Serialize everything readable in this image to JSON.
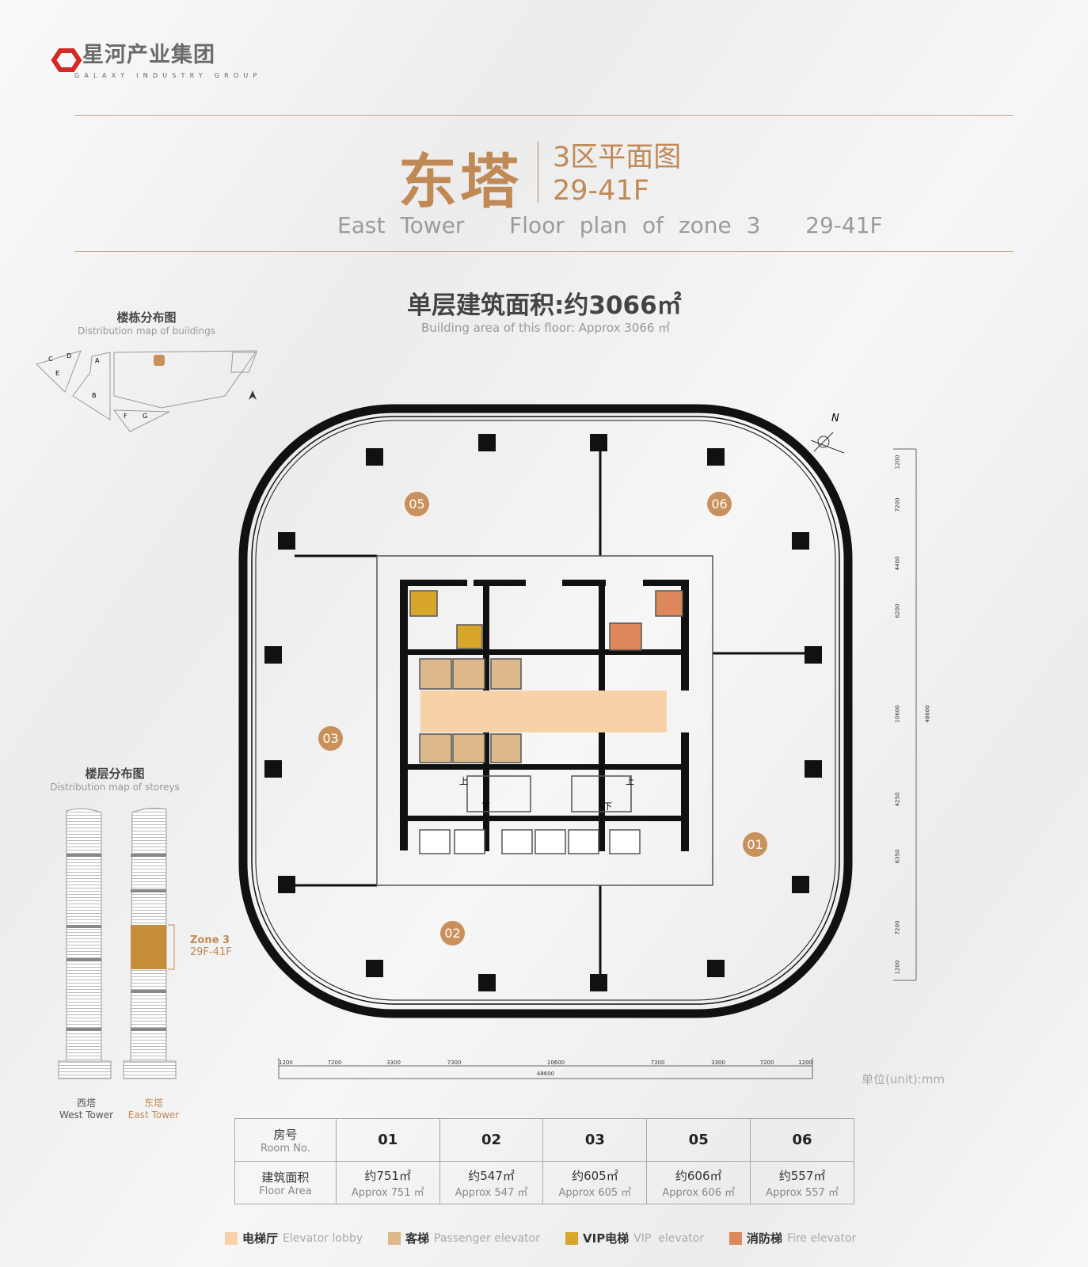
{
  "logo": {
    "cn": "星河产业集团",
    "en": "GALAXY INDUSTRY GROUP"
  },
  "title": {
    "tower_cn": "东塔",
    "zone_cn": "3区平面图",
    "floors": "29-41F",
    "en": "East Tower   Floor plan of zone 3   29-41F"
  },
  "floor_area": {
    "cn": "单层建筑面积:约3066㎡",
    "en": "Building area of this floor: Approx 3066 ㎡"
  },
  "buildings_map": {
    "title_cn": "楼栋分布图",
    "title_en": "Distribution map of buildings",
    "labels": [
      "C",
      "D",
      "E",
      "A",
      "B",
      "F",
      "G"
    ]
  },
  "storeys_map": {
    "title_cn": "楼层分布图",
    "title_en": "Distribution map of storeys",
    "zone_label": "Zone 3",
    "zone_floors": "29F-41F",
    "west_cn": "西塔",
    "west_en": "West Tower",
    "east_cn": "东塔",
    "east_en": "East Tower"
  },
  "rooms": [
    "05",
    "06",
    "03",
    "01",
    "02"
  ],
  "compass": "N",
  "dims_right": [
    "1200",
    "7200",
    "4400",
    "6200",
    "10600",
    "4250",
    "6350",
    "7200",
    "1200"
  ],
  "dims_right_total": "48600",
  "dims_bottom": [
    "1200",
    "7200",
    "3300",
    "7300",
    "10600",
    "7300",
    "3300",
    "7200",
    "1200"
  ],
  "dims_bottom_total": "48600",
  "unit": "单位(unit):mm",
  "stair_labels": {
    "up": "上",
    "down": "下"
  },
  "table": {
    "row1_cn": "房号",
    "row1_en": "Room No.",
    "row2_cn": "建筑面积",
    "row2_en": "Floor Area",
    "cols": [
      {
        "no": "01",
        "cn": "约751㎡",
        "en": "Approx 751 ㎡"
      },
      {
        "no": "02",
        "cn": "约547㎡",
        "en": "Approx 547 ㎡"
      },
      {
        "no": "03",
        "cn": "约605㎡",
        "en": "Approx 605 ㎡"
      },
      {
        "no": "05",
        "cn": "约606㎡",
        "en": "Approx 606 ㎡"
      },
      {
        "no": "06",
        "cn": "约557㎡",
        "en": "Approx 557 ㎡"
      }
    ]
  },
  "legend": [
    {
      "cn": "电梯厅",
      "en": "Elevator lobby",
      "color": "#f7d2a8"
    },
    {
      "cn": "客梯",
      "en": "Passenger elevator",
      "color": "#dcb88a"
    },
    {
      "cn": "VIP电梯",
      "en": "VIP  elevator",
      "color": "#d9a62c"
    },
    {
      "cn": "消防梯",
      "en": "Fire elevator",
      "color": "#dd875a"
    }
  ]
}
